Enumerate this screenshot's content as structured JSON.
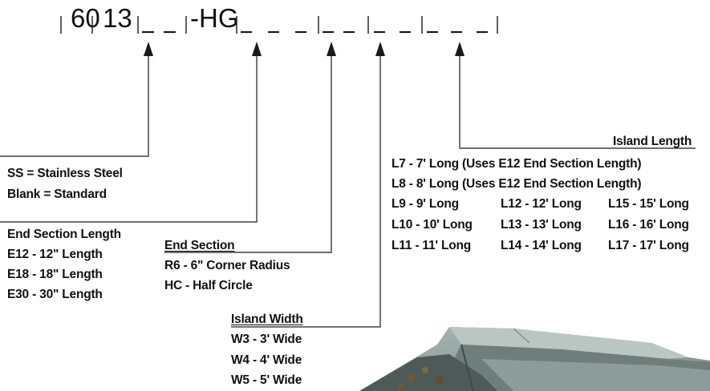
{
  "code": {
    "part1": "60",
    "part2": "13",
    "part3": "-HG"
  },
  "material": {
    "line1": "SS = Stainless Steel",
    "line2": "Blank = Standard"
  },
  "end_section_length": {
    "title": "End Section Length",
    "options": [
      "E12 - 12\" Length",
      "E18 - 18\" Length",
      "E30 - 30\" Length"
    ]
  },
  "end_section": {
    "title": "End Section",
    "options": [
      "R6 - 6\" Corner Radius",
      "HC - Half Circle"
    ]
  },
  "island_width": {
    "title": "Island Width",
    "options": [
      "W3 - 3' Wide",
      "W4 - 4' Wide",
      "W5 - 5' Wide"
    ]
  },
  "island_length": {
    "title": "Island Length",
    "long_options": [
      "L7 - 7' Long (Uses E12 End Section Length)",
      "L8 - 8' Long (Uses E12 End Section Length)"
    ],
    "grid": [
      [
        "L9 - 9' Long",
        "L12 - 12' Long",
        "L15 - 15' Long"
      ],
      [
        "L10 - 10' Long",
        "L13 - 13' Long",
        "L16 - 16' Long"
      ],
      [
        "L11 - 11' Long",
        "L14 - 14' Long",
        "L17 - 17' Long"
      ]
    ]
  },
  "colors": {
    "text": "#111111",
    "line": "#1a1a1a",
    "product_body": "#8a9a96",
    "product_dark": "#4d5a57"
  }
}
